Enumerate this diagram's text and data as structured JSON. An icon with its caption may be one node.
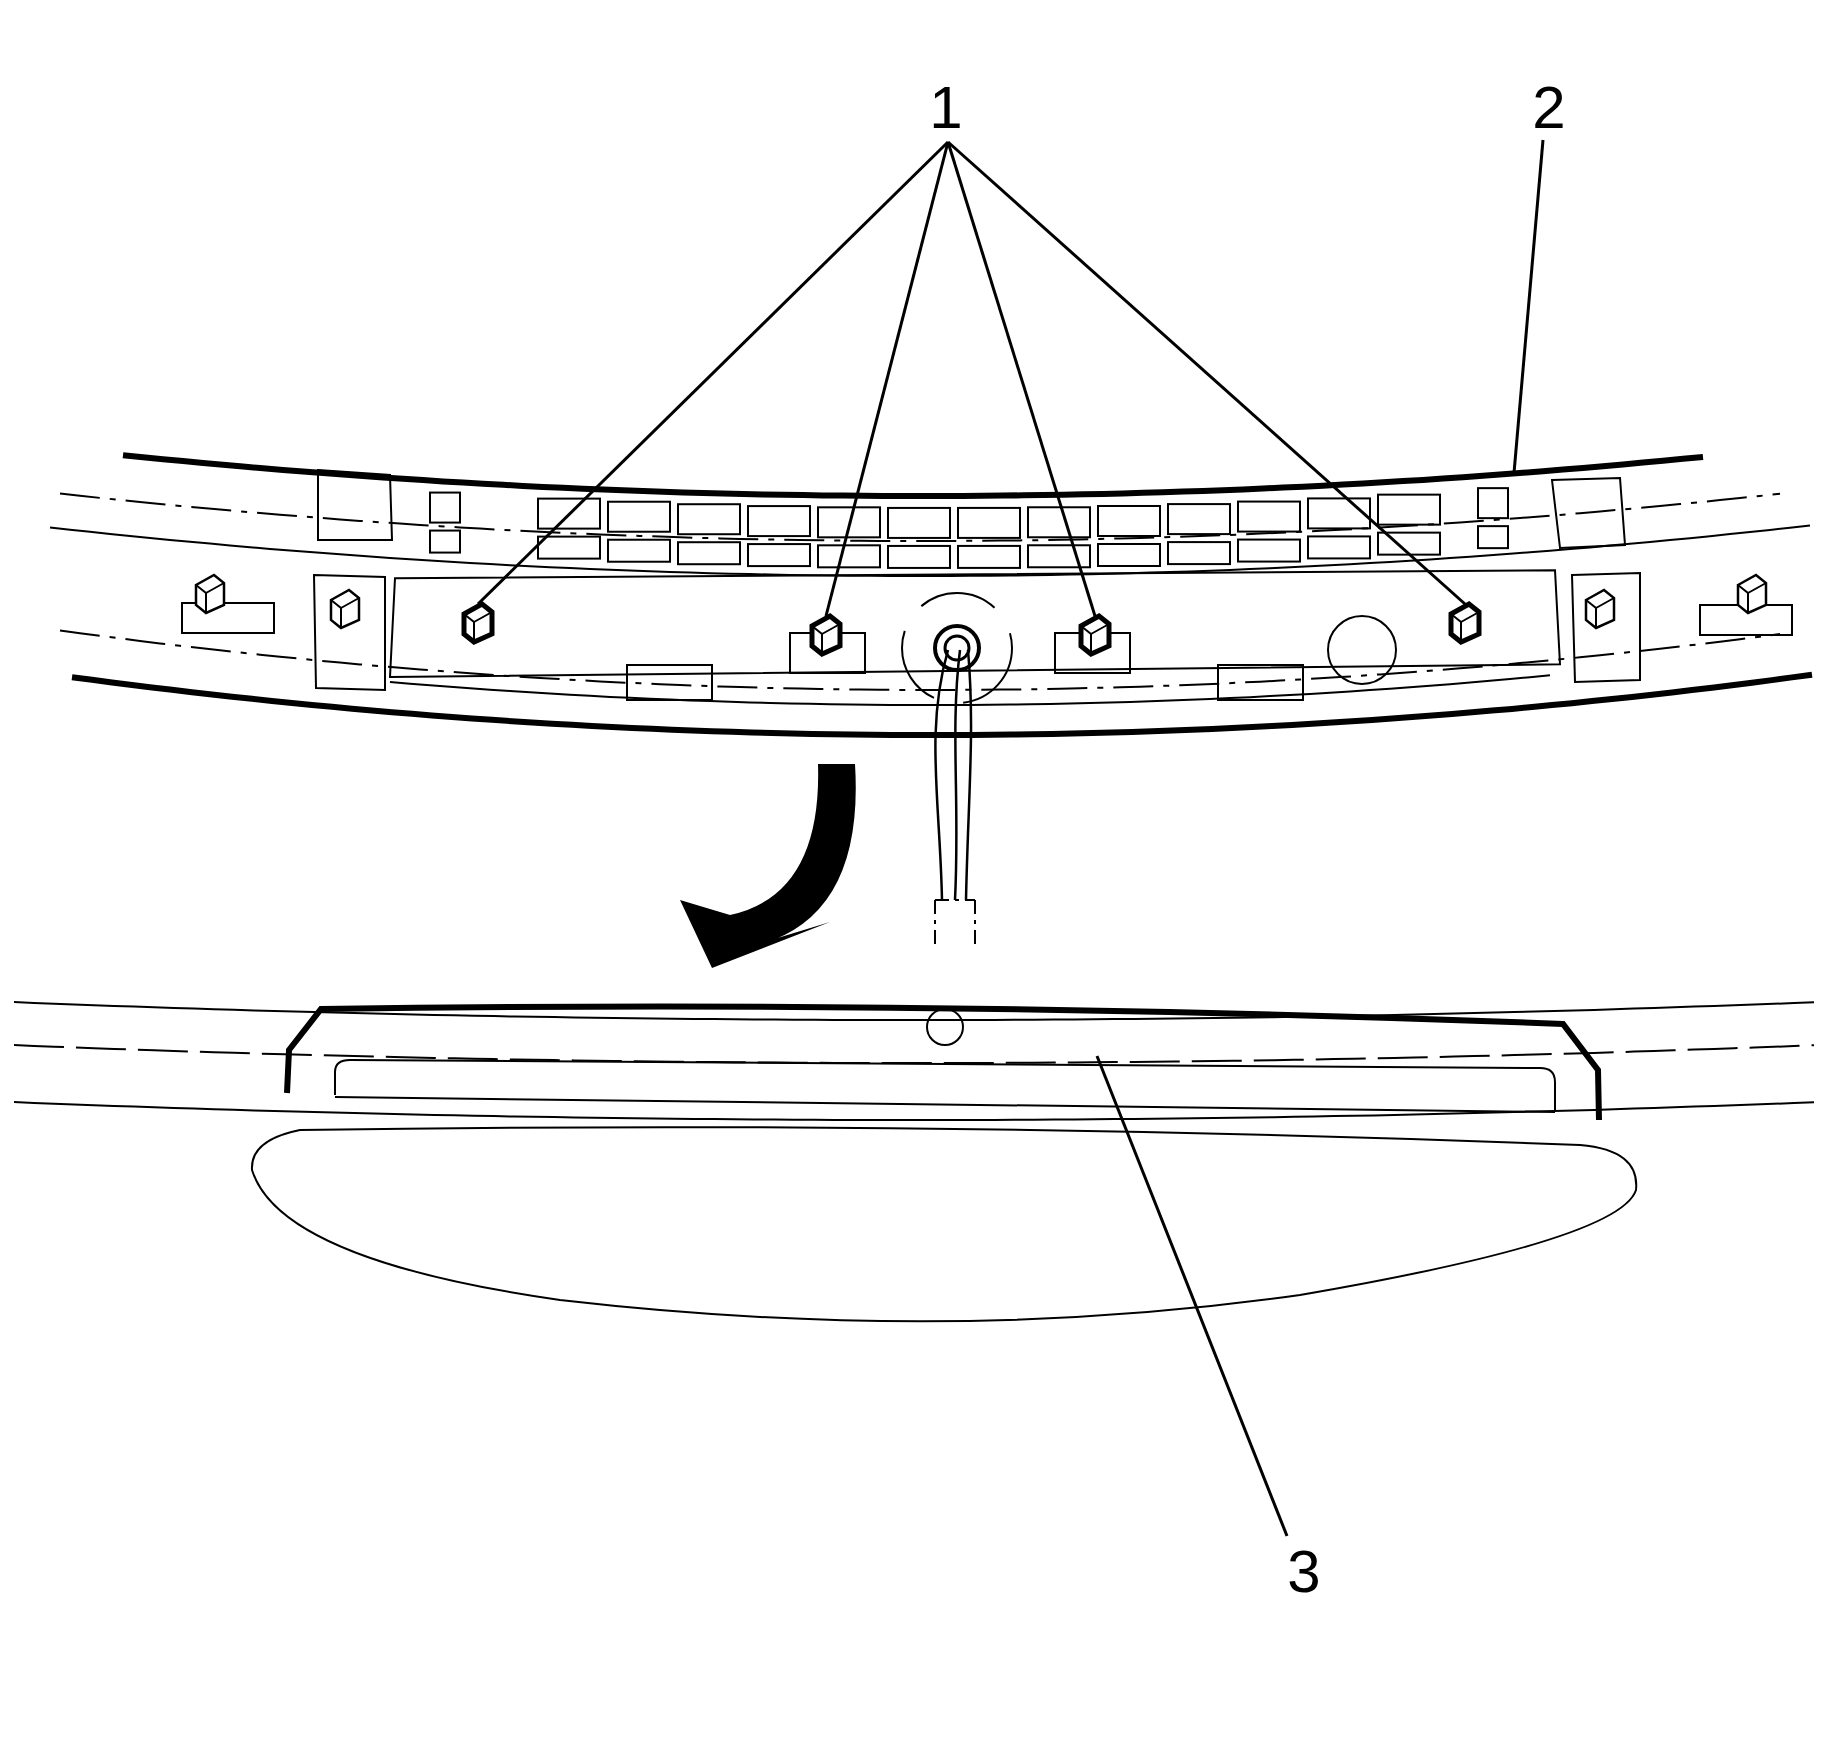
{
  "diagram": {
    "nodes": [
      {
        "text": [
          "1"
        ]
      },
      {
        "text": [],
        "shape": "picture"
      },
      {
        "text": [],
        "shape": "picture"
      },
      {
        "text": [],
        "shape": "picture"
      },
      {
        "text": [],
        "shape": "picture"
      },
      {
        "text": [
          "2"
        ]
      },
      {
        "text": [
          "3"
        ]
      }
    ],
    "edges": [
      {
        "from": 0,
        "to": 1,
        "arrow": "none"
      },
      {
        "from": 0,
        "to": 2,
        "arrow": "none"
      },
      {
        "from": 0,
        "to": 3,
        "arrow": "none"
      },
      {
        "from": 0,
        "to": 4,
        "arrow": "none"
      },
      {
        "from": 5,
        "to": null,
        "arrow": "none"
      },
      {
        "from": 6,
        "to": null,
        "arrow": "none"
      }
    ]
  }
}
